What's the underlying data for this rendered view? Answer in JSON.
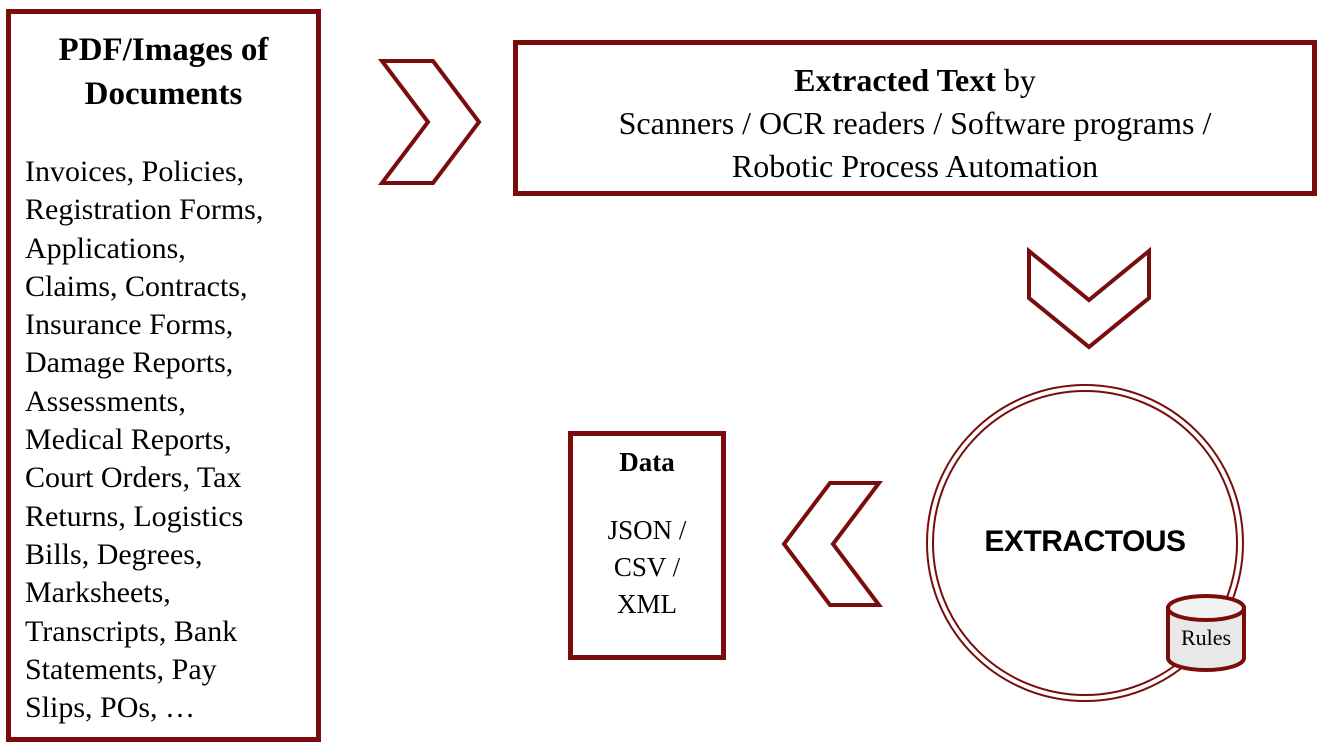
{
  "documents": {
    "title_lines": [
      "PDF/Images of",
      "Documents"
    ],
    "list_lines": [
      "Invoices, Policies,",
      "Registration Forms,",
      "Applications,",
      "Claims, Contracts,",
      "Insurance Forms,",
      "Damage Reports,",
      "Assessments,",
      "Medical Reports,",
      "Court Orders, Tax",
      "Returns, Logistics",
      "Bills, Degrees,",
      "Marksheets,",
      "Transcripts, Bank",
      "Statements, Pay",
      "Slips, POs, …"
    ]
  },
  "extraction": {
    "title_bold": "Extracted Text",
    "title_rest": " by",
    "line2": "Scanners / OCR readers / Software programs /",
    "line3": "Robotic Process Automation"
  },
  "engine": {
    "label": "EXTRACTOUS",
    "rules_label": "Rules"
  },
  "output": {
    "title": "Data",
    "format_lines": [
      "JSON /",
      "CSV /",
      "XML"
    ]
  },
  "colors": {
    "accent": "#7a0c0c",
    "cylinder_fill": "#e8e8e8"
  }
}
